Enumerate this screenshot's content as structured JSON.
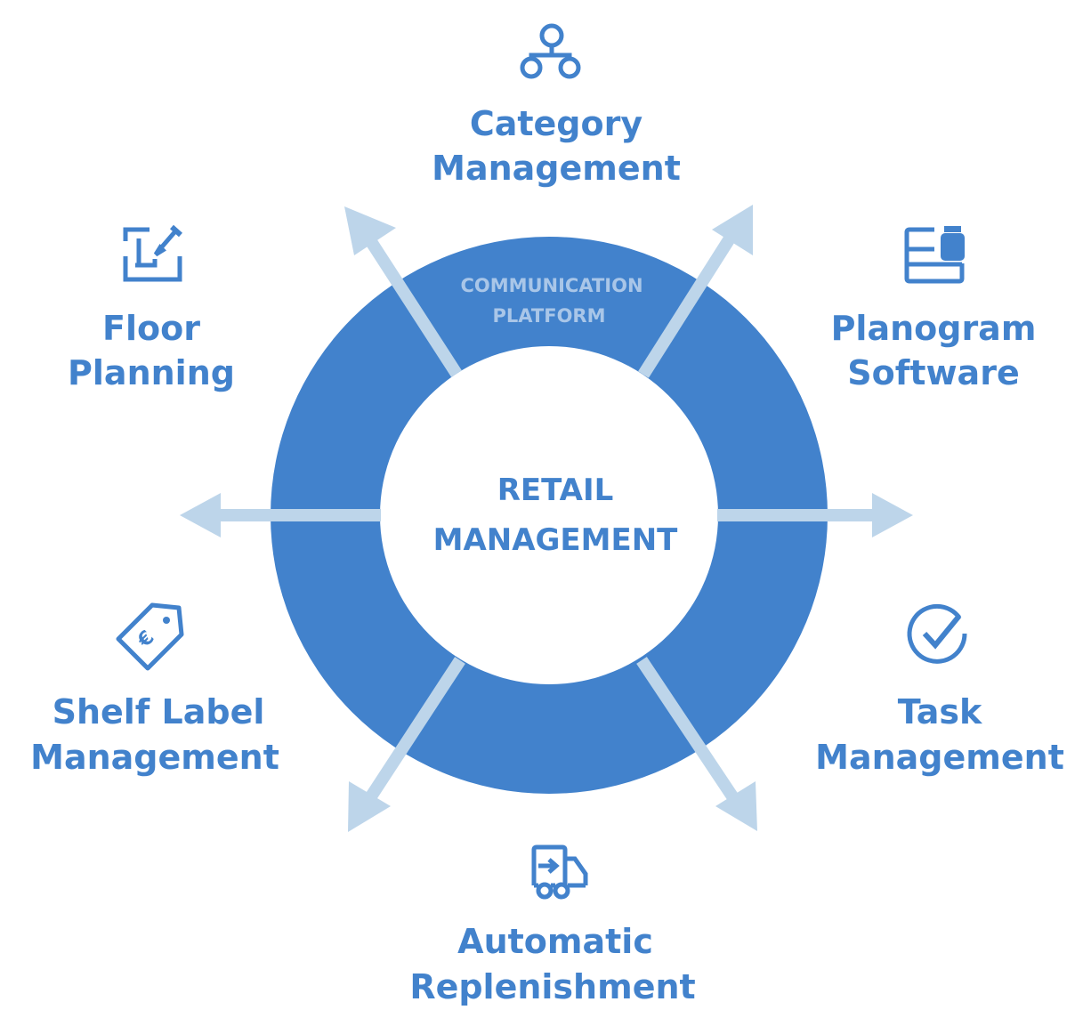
{
  "colors": {
    "ring": "#4282cc",
    "arrow": "#bdd5ea",
    "text": "#4282cc",
    "platform_text": "#a9c6e8",
    "center_fill": "#ffffff"
  },
  "center": {
    "line1": "RETAIL",
    "line2": "MANAGEMENT"
  },
  "platform": {
    "line1": "COMMUNICATION",
    "line2": "PLATFORM"
  },
  "modules": [
    {
      "id": "category",
      "icon": "hierarchy-icon",
      "line1": "Category",
      "line2": "Management"
    },
    {
      "id": "planogram",
      "icon": "planogram-icon",
      "line1": "Planogram",
      "line2": "Software"
    },
    {
      "id": "task",
      "icon": "checkmark-circle-icon",
      "line1": "Task",
      "line2": "Management"
    },
    {
      "id": "replenishment",
      "icon": "delivery-truck-icon",
      "line1": "Automatic",
      "line2": "Replenishment"
    },
    {
      "id": "shelf-label",
      "icon": "euro-price-tag-icon",
      "line1": "Shelf Label",
      "line2": "Management"
    },
    {
      "id": "floor",
      "icon": "floor-plan-icon",
      "line1": "Floor",
      "line2": "Planning"
    }
  ]
}
